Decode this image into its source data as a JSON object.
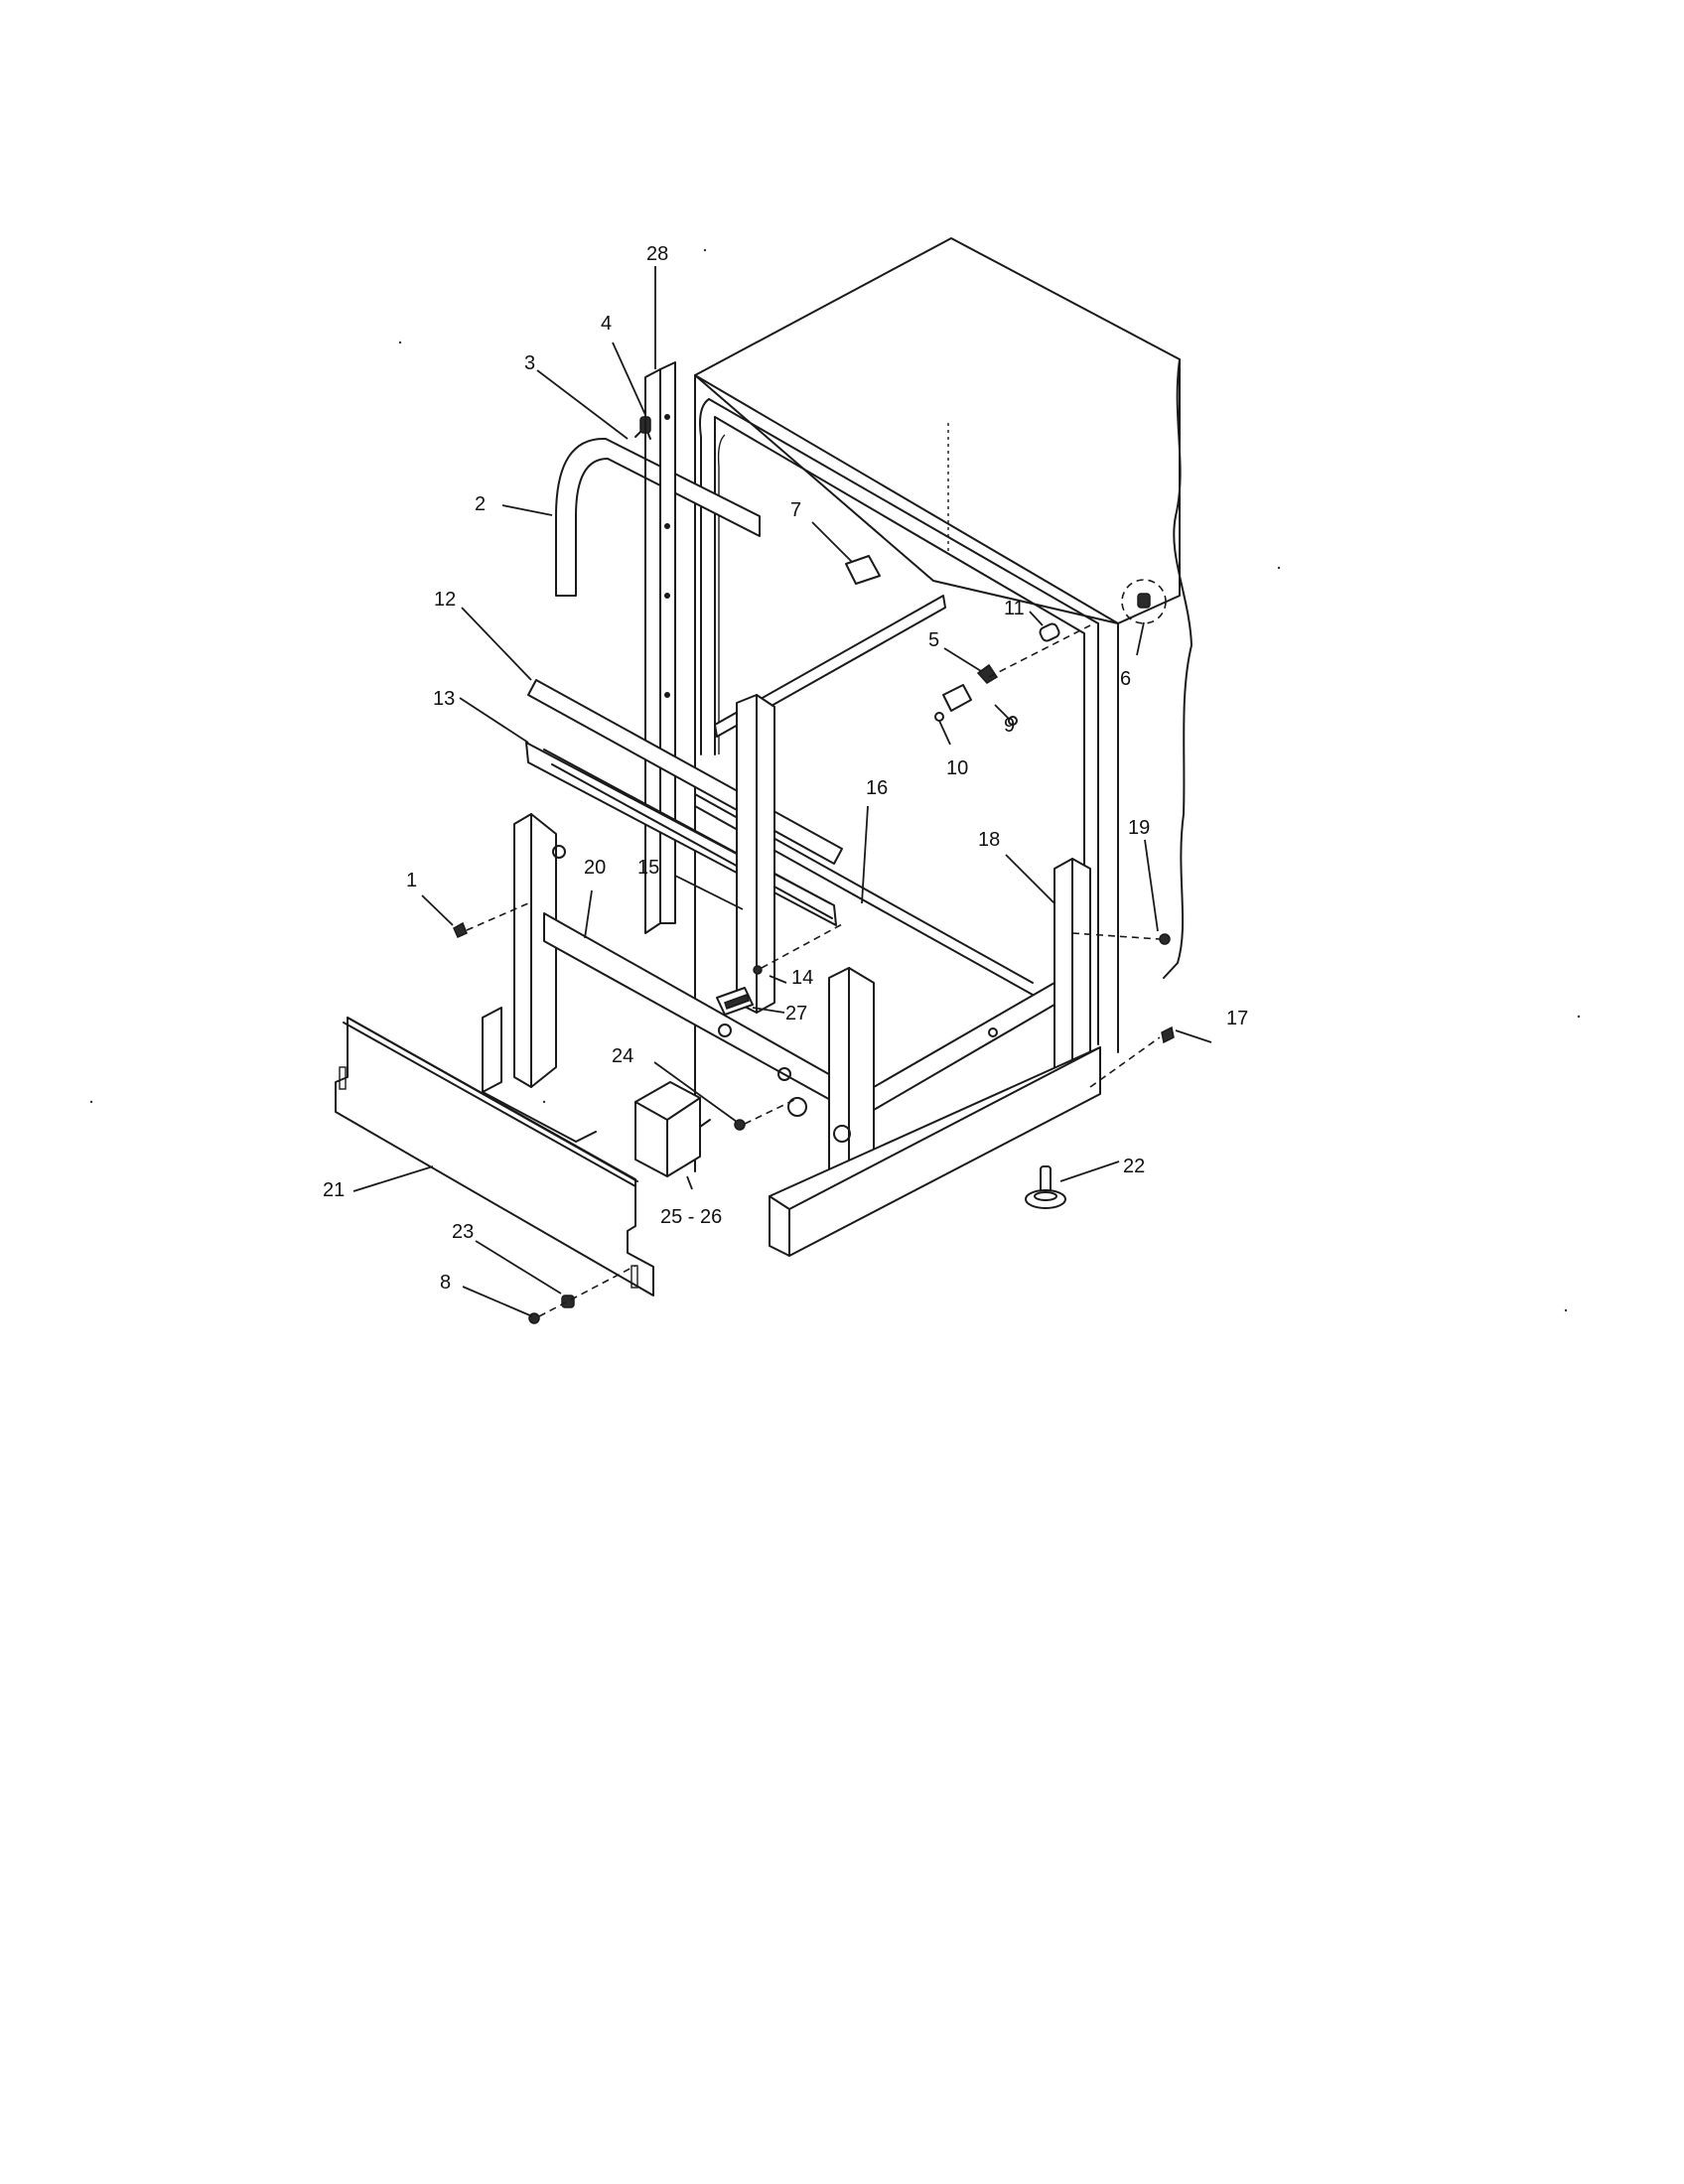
{
  "callouts": {
    "c1": "1",
    "c2": "2",
    "c3": "3",
    "c4": "4",
    "c5": "5",
    "c6": "6",
    "c7": "7",
    "c8": "8",
    "c9": "9",
    "c10": "10",
    "c11": "11",
    "c12": "12",
    "c13": "13",
    "c14": "14",
    "c15": "15",
    "c16": "16",
    "c17": "17",
    "c18": "18",
    "c19": "19",
    "c20": "20",
    "c21": "21",
    "c22": "22",
    "c23": "23",
    "c24": "24",
    "c25_26": "25 - 26",
    "c27": "27",
    "c28": "28"
  },
  "colors": {
    "ink": "#1a1a1a",
    "paper": "#ffffff"
  }
}
